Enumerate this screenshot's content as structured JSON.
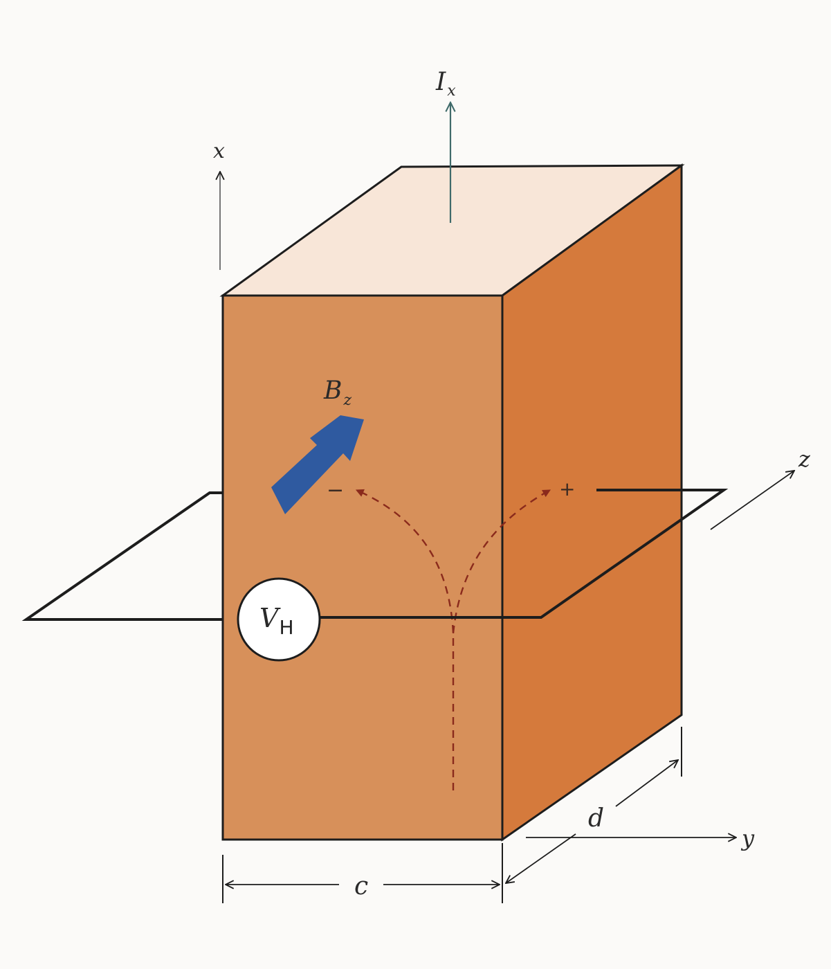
{
  "labels": {
    "current_main": "I",
    "current_sub": "x",
    "axis_x": "x",
    "axis_y": "y",
    "axis_z": "z",
    "field_main": "B",
    "field_sub": "z",
    "dim_c": "c",
    "dim_d": "d",
    "voltmeter_main": "V",
    "voltmeter_sub": "H",
    "minus_sign": "−",
    "plus_sign": "+"
  },
  "colors": {
    "front_face": "#d7905a",
    "side_face": "#d57a3c",
    "top_face": "#f8e6d8",
    "edge": "#1d1d1d",
    "field_arrow": "#2f5aa0",
    "current_arrow": "#3f6a6a",
    "trajectory": "#8a2a1c",
    "background": "#fbfaf8"
  }
}
